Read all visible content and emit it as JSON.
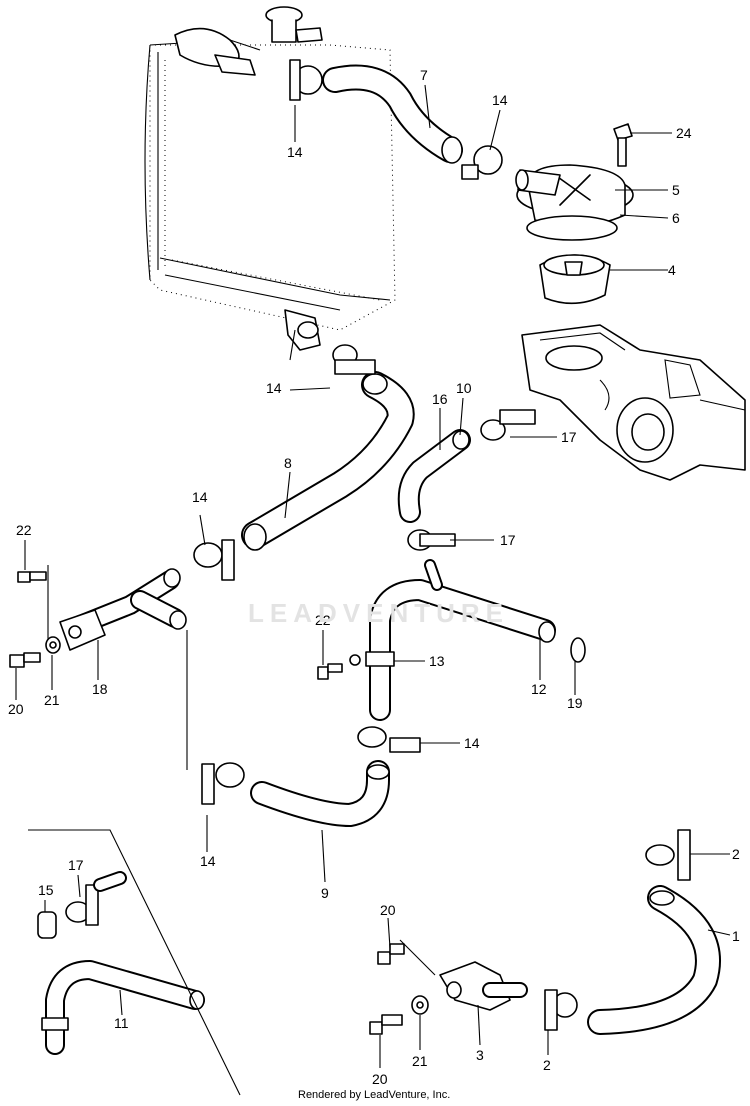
{
  "watermark": "LEADVENTURE",
  "credit": "Rendered by LeadVenture, Inc.",
  "callouts": [
    {
      "id": "c24",
      "text": "24"
    },
    {
      "id": "c5",
      "text": "5"
    },
    {
      "id": "c6",
      "text": "6"
    },
    {
      "id": "c4",
      "text": "4"
    },
    {
      "id": "c7",
      "text": "7"
    },
    {
      "id": "c14a",
      "text": "14"
    },
    {
      "id": "c14b",
      "text": "14"
    },
    {
      "id": "c14c",
      "text": "14"
    },
    {
      "id": "c10",
      "text": "10"
    },
    {
      "id": "c16",
      "text": "16"
    },
    {
      "id": "c17a",
      "text": "17"
    },
    {
      "id": "c8",
      "text": "8"
    },
    {
      "id": "c14d",
      "text": "14"
    },
    {
      "id": "c22a",
      "text": "22"
    },
    {
      "id": "c17b",
      "text": "17"
    },
    {
      "id": "c22b",
      "text": "22"
    },
    {
      "id": "c13",
      "text": "13"
    },
    {
      "id": "c12",
      "text": "12"
    },
    {
      "id": "c19",
      "text": "19"
    },
    {
      "id": "c20a",
      "text": "20"
    },
    {
      "id": "c21a",
      "text": "21"
    },
    {
      "id": "c18",
      "text": "18"
    },
    {
      "id": "c14e",
      "text": "14"
    },
    {
      "id": "c14f",
      "text": "14"
    },
    {
      "id": "c9",
      "text": "9"
    },
    {
      "id": "c2a",
      "text": "2"
    },
    {
      "id": "c1",
      "text": "1"
    },
    {
      "id": "c15",
      "text": "15"
    },
    {
      "id": "c17c",
      "text": "17"
    },
    {
      "id": "c11",
      "text": "11"
    },
    {
      "id": "c20b",
      "text": "20"
    },
    {
      "id": "c20c",
      "text": "20"
    },
    {
      "id": "c21b",
      "text": "21"
    },
    {
      "id": "c3",
      "text": "3"
    },
    {
      "id": "c2b",
      "text": "2"
    }
  ]
}
